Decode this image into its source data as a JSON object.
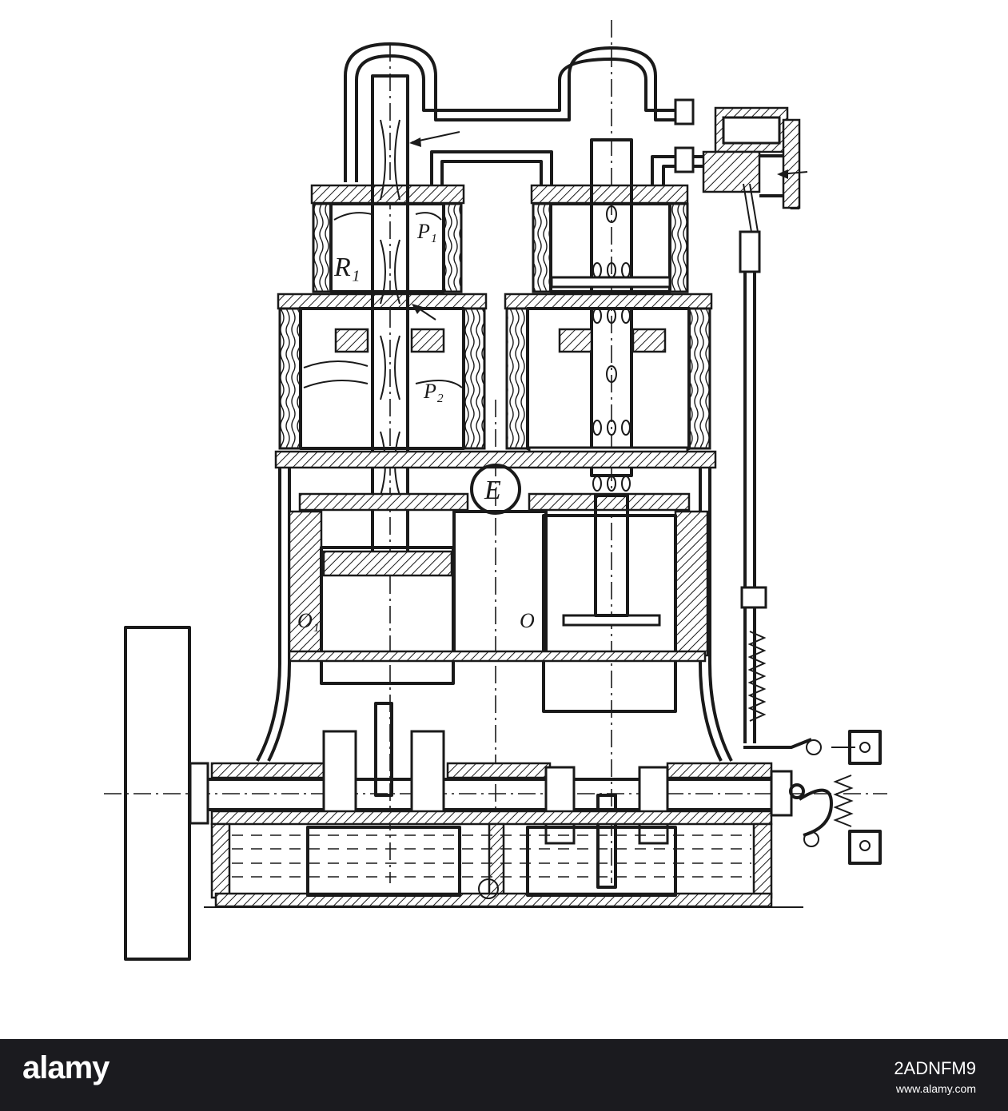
{
  "diagram": {
    "labels": {
      "r1": "R₁",
      "p1": "P₁",
      "p2": "P₂",
      "e": "E",
      "o1": "O₁",
      "o": "O"
    }
  },
  "footer": {
    "brand": "alamy",
    "image_id": "2ADNFM9",
    "stock_photo": "www.alamy.com"
  },
  "colors": {
    "ink": "#1a1a1a",
    "footer_bg": "#1b1b1f",
    "footer_text": "#ffffff"
  }
}
